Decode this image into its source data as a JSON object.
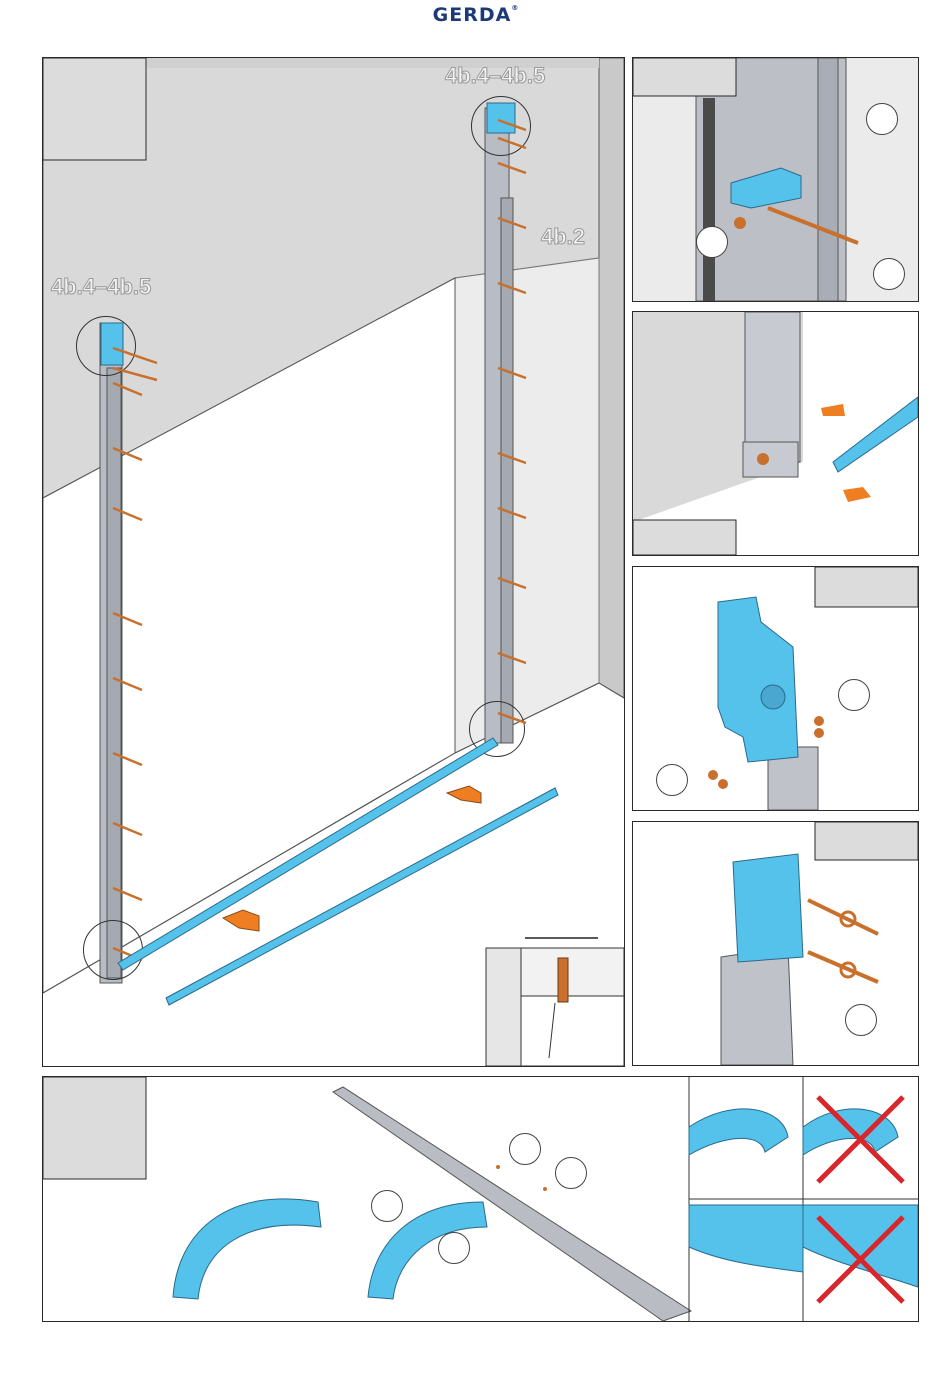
{
  "header": {
    "brand": "GERDA"
  },
  "main_figure": {
    "ref_top_right": "4b.4–4b.5",
    "ref_middle": "4b.2",
    "ref_left": "4b.4–4b.5"
  },
  "colors": {
    "part_blue": "#55c2ec",
    "screw_orange": "#c8702c",
    "arrow_orange": "#ef7d22",
    "wall_grey": "#d9d9d9",
    "wrong_red": "#d8262b"
  },
  "icons": [
    "cross-mark-icon",
    "arrow-icon",
    "screw-icon"
  ]
}
